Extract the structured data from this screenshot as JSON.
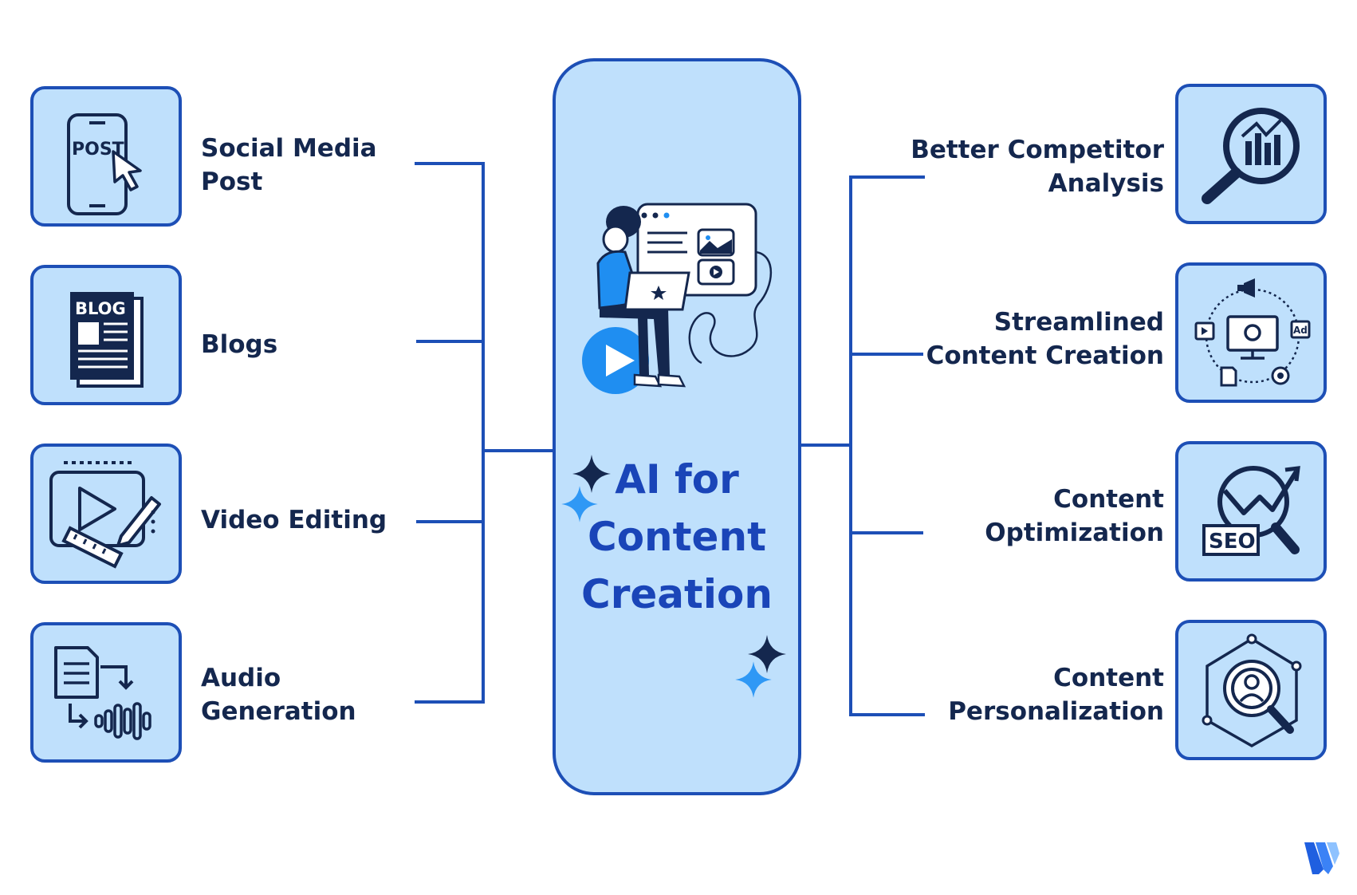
{
  "colors": {
    "box_fill": "#bfe0fc",
    "box_stroke": "#1d4fb6",
    "connector": "#1d4fb6",
    "label_text": "#14274e",
    "title_text": "#1a45b8",
    "icon_dark": "#14274e",
    "accent_blue": "#1f8ef1",
    "sparkle_dark": "#14274e",
    "sparkle_light": "#2f98f5"
  },
  "center": {
    "title_lines": [
      "AI for",
      "Content",
      "Creation"
    ],
    "illustration_icon": "person-laptop-video-illustration"
  },
  "left_items": [
    {
      "label_lines": [
        "Social Media",
        "Post"
      ],
      "icon": "phone-post-icon",
      "icon_text": "POST"
    },
    {
      "label_lines": [
        "Blogs"
      ],
      "icon": "blog-newspaper-icon",
      "icon_text": "BLOG"
    },
    {
      "label_lines": [
        "Video Editing"
      ],
      "icon": "video-edit-icon",
      "icon_text": ""
    },
    {
      "label_lines": [
        "Audio",
        "Generation"
      ],
      "icon": "audio-waveform-icon",
      "icon_text": ""
    }
  ],
  "right_items": [
    {
      "label_lines": [
        "Better Competitor",
        "Analysis"
      ],
      "icon": "magnifier-chart-icon",
      "icon_text": ""
    },
    {
      "label_lines": [
        "Streamlined",
        "Content Creation"
      ],
      "icon": "workflow-monitor-icon",
      "icon_text": "Ad"
    },
    {
      "label_lines": [
        "Content",
        "Optimization"
      ],
      "icon": "seo-growth-icon",
      "icon_text": "SEO"
    },
    {
      "label_lines": [
        "Content",
        "Personalization"
      ],
      "icon": "personalization-target-icon",
      "icon_text": ""
    }
  ],
  "logo_icon": "brand-logo-icon"
}
